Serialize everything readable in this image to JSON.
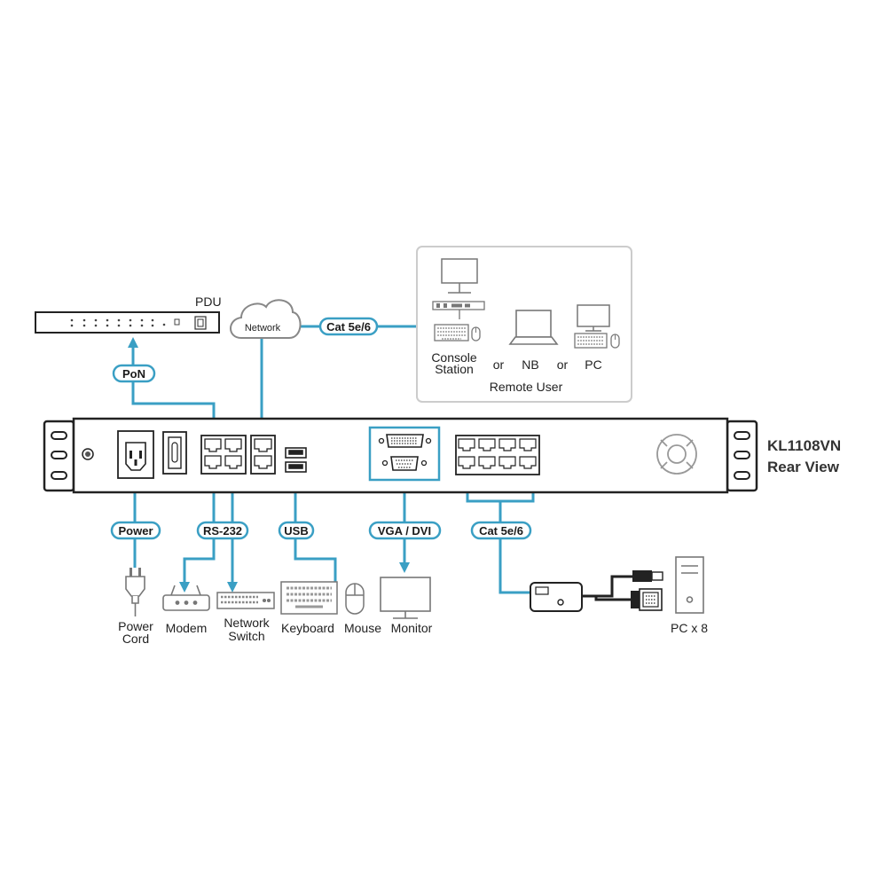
{
  "title": {
    "model": "KL1108VN",
    "view": "Rear View"
  },
  "devices": {
    "pdu": "PDU",
    "network": "Network",
    "console_station_line1": "Console",
    "console_station_line2": "Station",
    "or1": "or",
    "nb": "NB",
    "or2": "or",
    "pc": "PC",
    "remote_user": "Remote User",
    "power_cord_line1": "Power",
    "power_cord_line2": "Cord",
    "modem": "Modem",
    "network_switch_line1": "Network",
    "network_switch_line2": "Switch",
    "keyboard": "Keyboard",
    "mouse": "Mouse",
    "monitor": "Monitor",
    "pc_x8": "PC x 8"
  },
  "connections": {
    "pon": "PoN",
    "cat_top": "Cat 5e/6",
    "power": "Power",
    "rs232": "RS-232",
    "usb": "USB",
    "vga_dvi": "VGA / DVI",
    "cat_bottom": "Cat 5e/6"
  },
  "colors": {
    "cable": "#3a9fc4",
    "outline": "#222222",
    "device_gray": "#777777",
    "panel_border": "#cccccc"
  }
}
